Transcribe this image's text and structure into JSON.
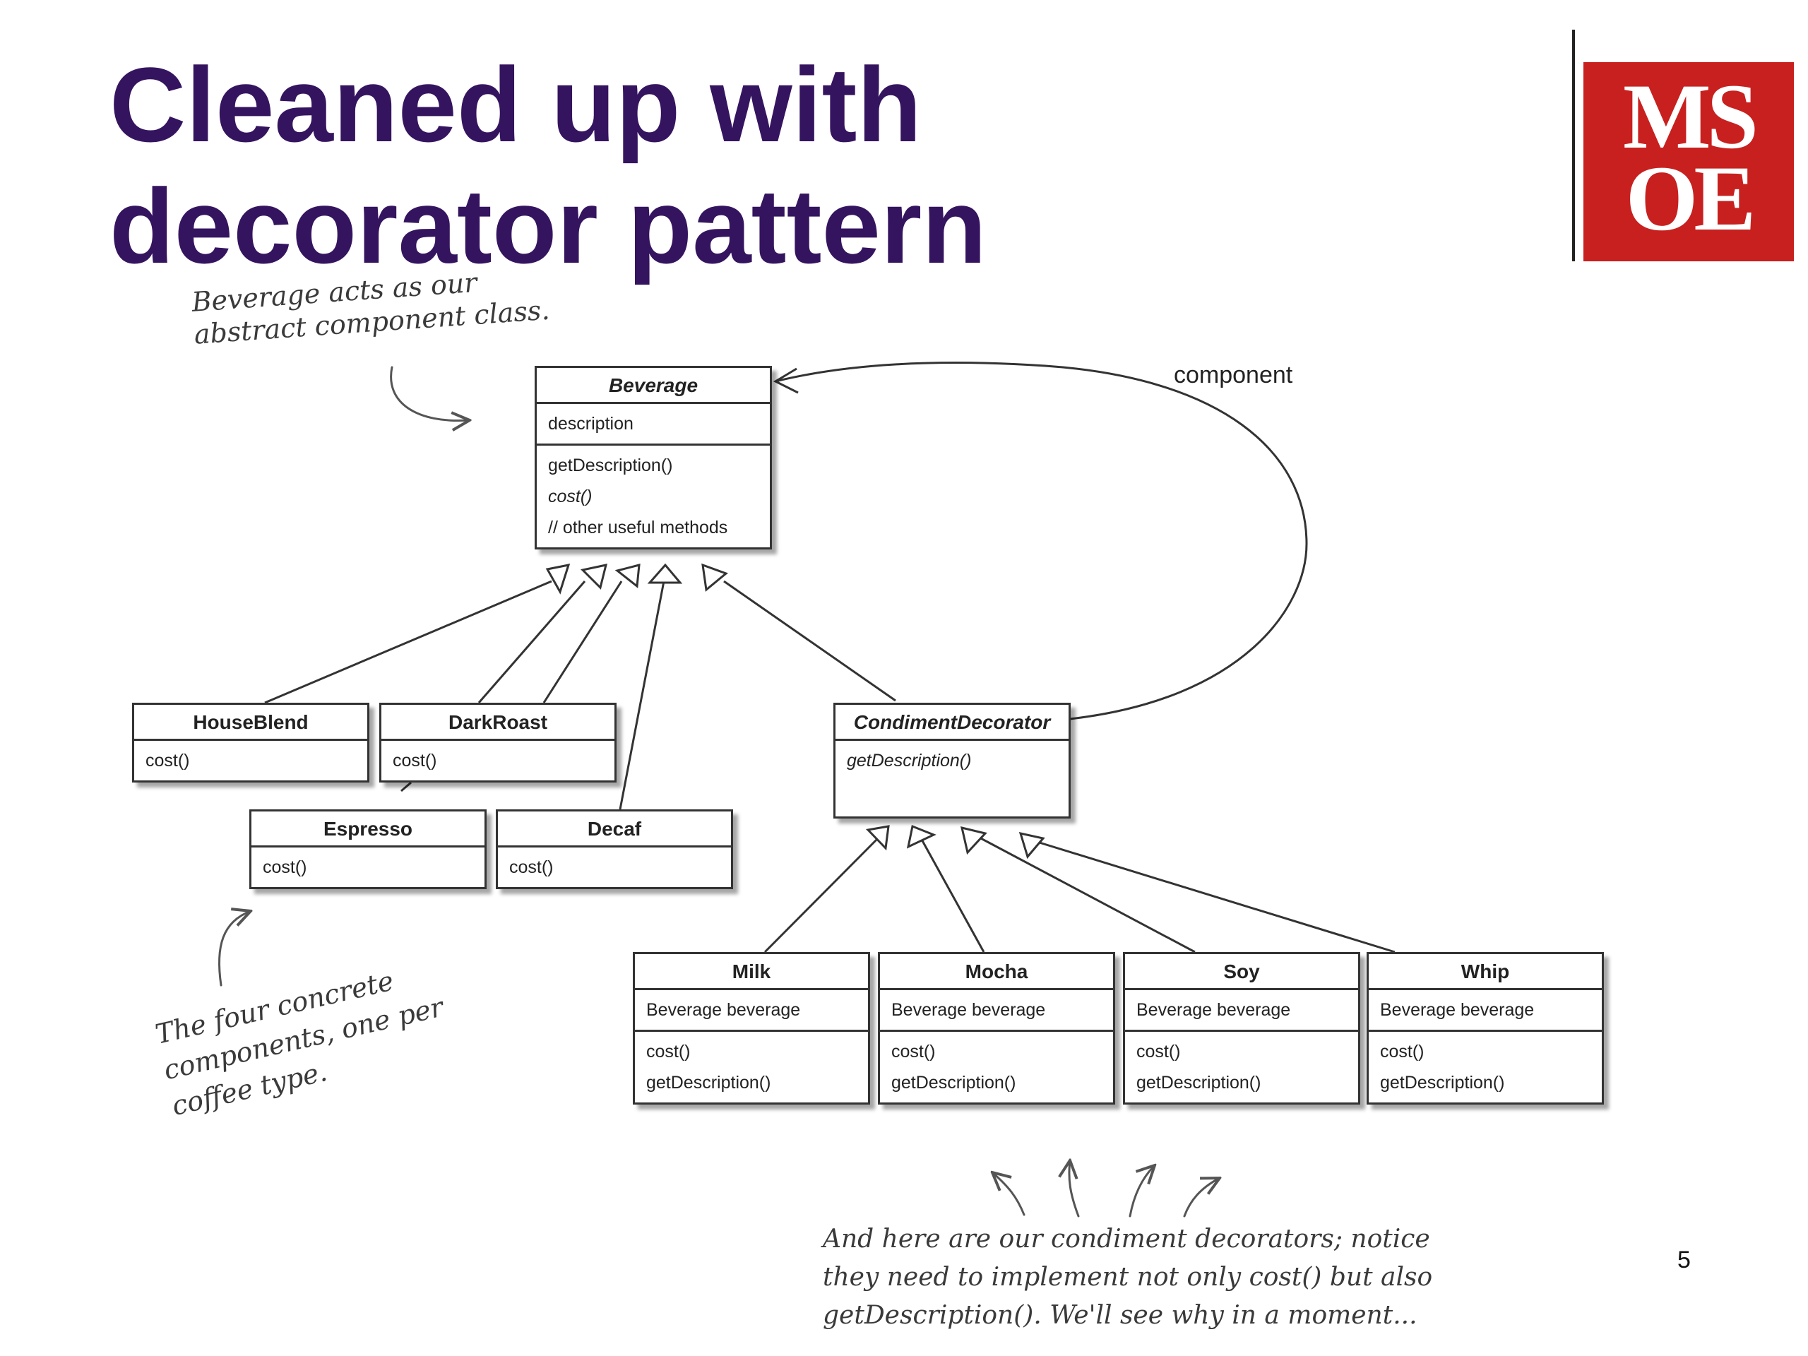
{
  "slide": {
    "title": "Cleaned up with decorator pattern",
    "page_number": "5"
  },
  "logo": {
    "line1": "MS",
    "line2": "OE",
    "color": "#c8201f"
  },
  "colors": {
    "title": "#35145f"
  },
  "diagram": {
    "association_label": "component",
    "classes": {
      "beverage": {
        "name": "Beverage",
        "attributes": [
          "description"
        ],
        "methods": [
          "getDescription()",
          "cost()",
          "// other useful methods"
        ]
      },
      "houseblend": {
        "name": "HouseBlend",
        "methods": [
          "cost()"
        ]
      },
      "darkroast": {
        "name": "DarkRoast",
        "methods": [
          "cost()"
        ]
      },
      "espresso": {
        "name": "Espresso",
        "methods": [
          "cost()"
        ]
      },
      "decaf": {
        "name": "Decaf",
        "methods": [
          "cost()"
        ]
      },
      "condimentdecorator": {
        "name": "CondimentDecorator",
        "methods": [
          "getDescription()"
        ]
      },
      "milk": {
        "name": "Milk",
        "attributes": [
          "Beverage beverage"
        ],
        "methods": [
          "cost()",
          "getDescription()"
        ]
      },
      "mocha": {
        "name": "Mocha",
        "attributes": [
          "Beverage beverage"
        ],
        "methods": [
          "cost()",
          "getDescription()"
        ]
      },
      "soy": {
        "name": "Soy",
        "attributes": [
          "Beverage beverage"
        ],
        "methods": [
          "cost()",
          "getDescription()"
        ]
      },
      "whip": {
        "name": "Whip",
        "attributes": [
          "Beverage beverage"
        ],
        "methods": [
          "cost()",
          "getDescription()"
        ]
      }
    },
    "notes": {
      "abstract": [
        "Beverage acts as our",
        "abstract component class."
      ],
      "concrete": [
        "The four concrete",
        "components, one per",
        "coffee type."
      ],
      "decorators": [
        "And here are our condiment decorators; notice",
        "they need to implement not only cost() but also",
        "getDescription(). We'll see why in a moment..."
      ]
    }
  }
}
